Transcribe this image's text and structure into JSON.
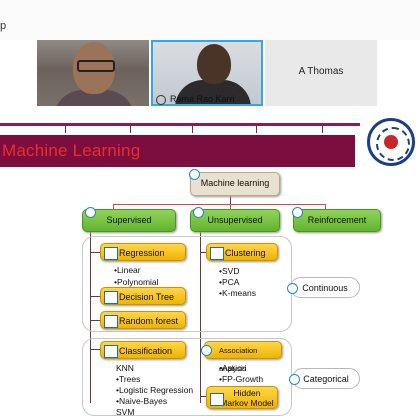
{
  "topbar": {
    "app_text": "p"
  },
  "participants": [
    {
      "name": ""
    },
    {
      "name": "Rama Rao Karri"
    },
    {
      "name": "A Thomas"
    }
  ],
  "slide": {
    "title": "Machine Learning",
    "root": "Machine learning",
    "categories": {
      "supervised": "Supervised",
      "unsupervised": "Unsupervised",
      "reinforcement": "Reinforcement"
    },
    "supervised": {
      "regression": {
        "label": "Regression",
        "items": [
          "•Linear",
          "•Polynomial"
        ]
      },
      "decision_tree": "Decision Tree",
      "random_forest": "Random forest",
      "classification": {
        "label": "Classification",
        "items": [
          "KNN",
          "•Trees",
          "•Logistic Regression",
          "•Naive-Bayes",
          "SVM"
        ]
      }
    },
    "unsupervised": {
      "clustering": {
        "label": "Clustering",
        "items": [
          "•SVD",
          "•PCA",
          "•K-means"
        ]
      },
      "association": {
        "label": "Association analysis",
        "items": [
          "•Apriori",
          "•FP-Growth"
        ]
      },
      "hmm": {
        "line1": "Hidden",
        "line2": "Markov Model"
      }
    },
    "continuous": "Continuous",
    "categorical": "Categorical"
  },
  "colors": {
    "banner": "#7b0e3f",
    "title_red": "#ee2c2c",
    "green": "#63b42f",
    "yellow": "#f0b400"
  }
}
